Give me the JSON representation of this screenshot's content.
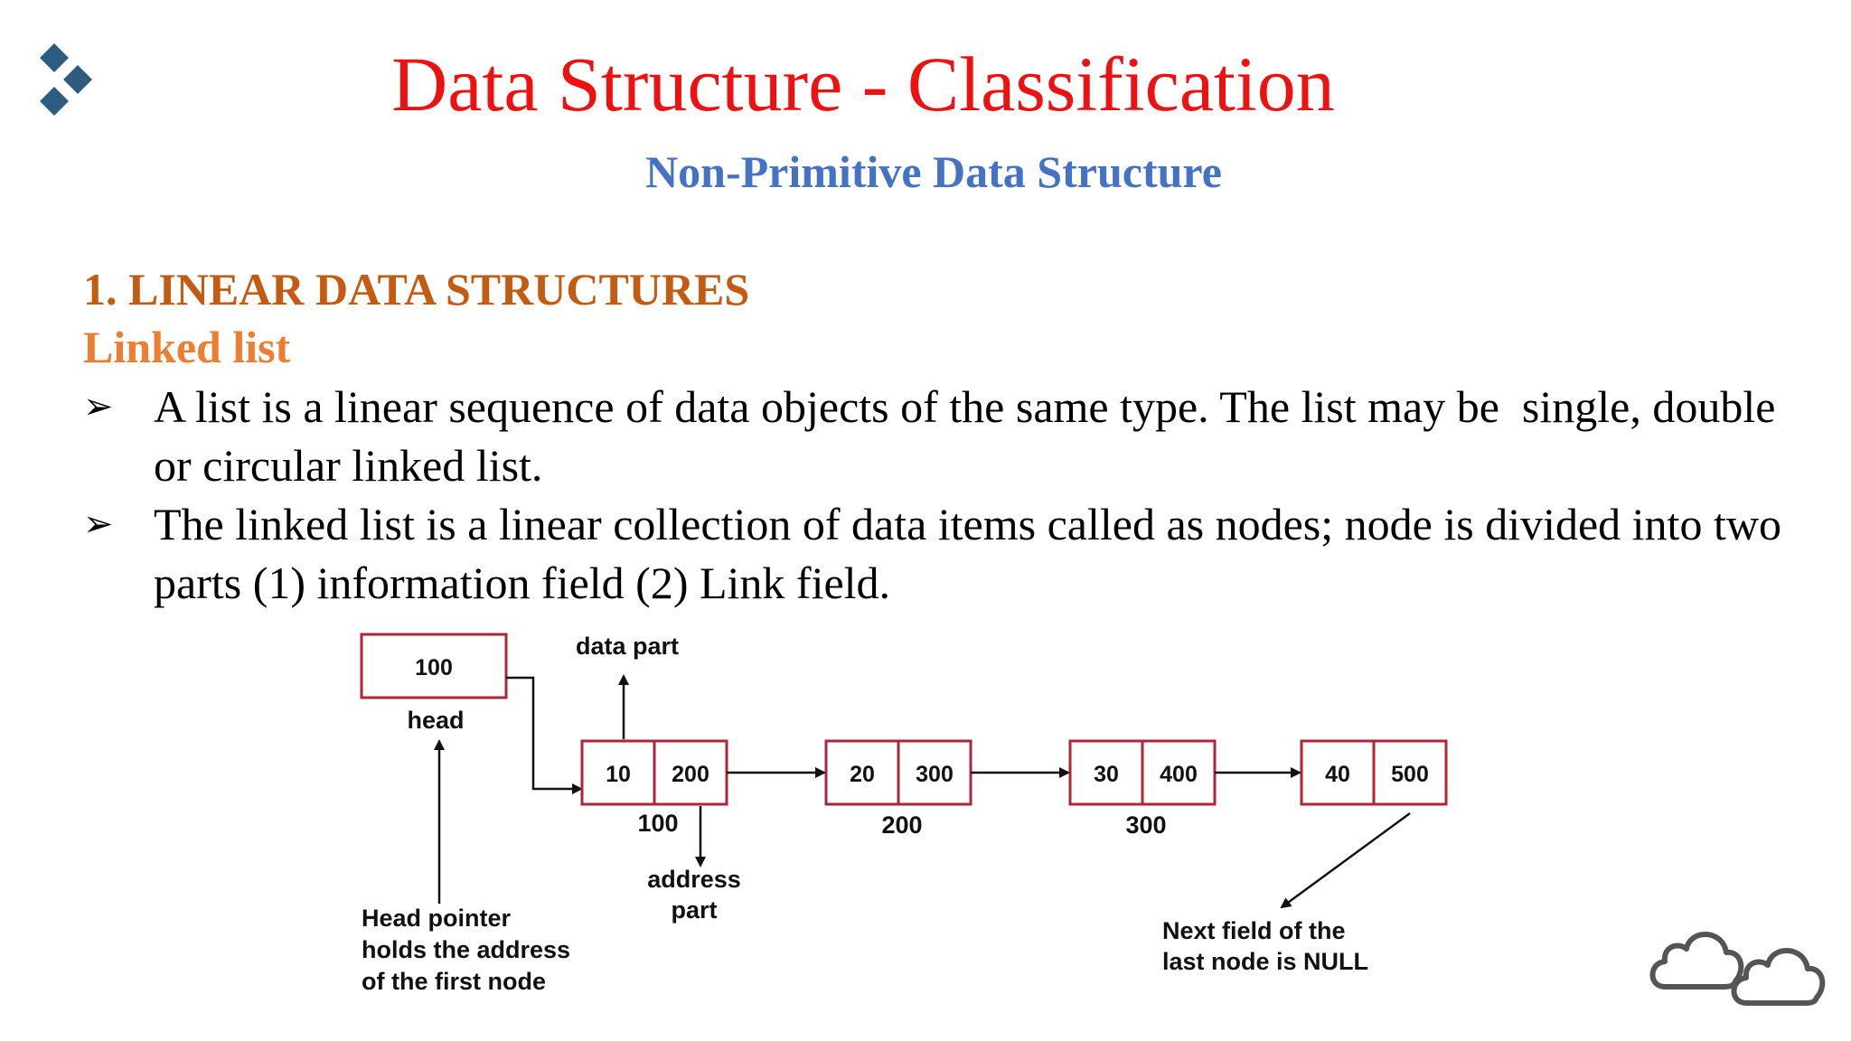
{
  "title": "Data Structure - Classification",
  "subtitle": "Non-Primitive Data Structure",
  "section_heading": "1. LINEAR DATA STRUCTURES",
  "sub_heading": "Linked list",
  "bullets": [
    {
      "text": "A list is a linear sequence of data objects of the same type. The list may be  single, double or circular linked list."
    },
    {
      "text": "The linked list is a linear collection of data items called as nodes; node is divided into two parts (1) information field (2) Link field."
    }
  ],
  "diagram": {
    "head": {
      "value": "100",
      "label": "head"
    },
    "nodes": [
      {
        "data": "10",
        "link": "200",
        "address": "100"
      },
      {
        "data": "20",
        "link": "300",
        "address": "200"
      },
      {
        "data": "30",
        "link": "400",
        "address": "300"
      },
      {
        "data": "40",
        "link": "500",
        "address": ""
      }
    ],
    "annotations": {
      "data_part": "data part",
      "address_part_line1": "address",
      "address_part_line2": "part",
      "head_pointer": [
        "Head pointer",
        "holds the address",
        "of the first node"
      ],
      "last_node": [
        "Next field of the",
        "last node is NULL"
      ]
    },
    "colors": {
      "box_border": "#b0243a",
      "arrow": "#111111"
    }
  },
  "icons": {
    "logo": "diamond-logo-icon",
    "cloud": "cloud-outline-icon"
  },
  "colors": {
    "title": "#ee1111",
    "subtitle": "#4472c4",
    "section": "#c55a11",
    "subheading": "#ed7d31",
    "logo": "#2e5b80"
  }
}
